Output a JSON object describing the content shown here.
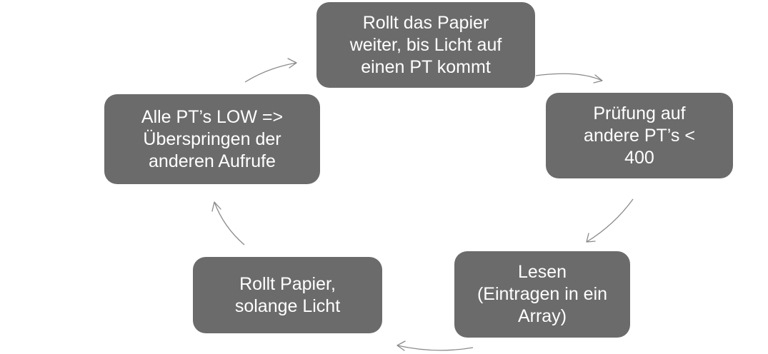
{
  "diagram": {
    "type": "cycle",
    "node_color": "#6b6b6b",
    "text_color": "#ffffff",
    "arrow_color": "#8a8a8a",
    "nodes": [
      {
        "label": "Rollt das Papier\nweiter, bis Licht auf\neinen PT kommt"
      },
      {
        "label": "Prüfung auf\nandere PT’s <\n400"
      },
      {
        "label": "Lesen\n(Eintragen in ein\nArray)"
      },
      {
        "label": "Rollt Papier,\nsolange Licht"
      },
      {
        "label": "Alle PT’s LOW =>\nÜberspringen der\nanderen Aufrufe"
      }
    ],
    "edges": [
      {
        "from": 0,
        "to": 1
      },
      {
        "from": 1,
        "to": 2
      },
      {
        "from": 2,
        "to": 3
      },
      {
        "from": 3,
        "to": 4
      },
      {
        "from": 4,
        "to": 0
      }
    ]
  }
}
